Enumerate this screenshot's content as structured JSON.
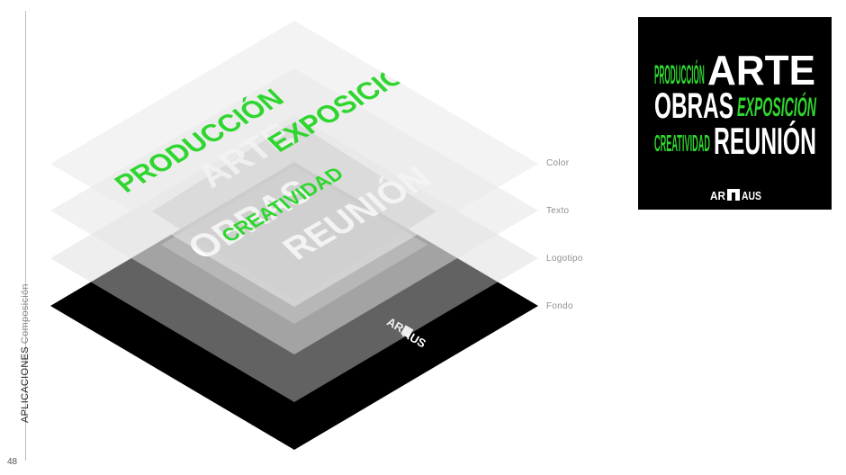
{
  "sidebar": {
    "section": "APLICACIONES",
    "subsection": "Composición",
    "page_number": "48"
  },
  "layers": {
    "color": "Color",
    "texto": "Texto",
    "logotipo": "Logotipo",
    "fondo": "Fondo"
  },
  "poster": {
    "words": {
      "produccion": "PRODUCCIÓN",
      "arte": "ARTE",
      "obras": "OBRAS",
      "exposicion": "EXPOSICIÓN",
      "creatividad": "CREATIVIDAD",
      "reunion": "REUNIÓN"
    },
    "logo": {
      "left": "AR",
      "right": "AUS"
    }
  },
  "colors": {
    "accent_green": "#2fd62f",
    "background": "#000000",
    "layer_light": "#e6e6e6",
    "layer_mid": "#8a8a8a"
  }
}
